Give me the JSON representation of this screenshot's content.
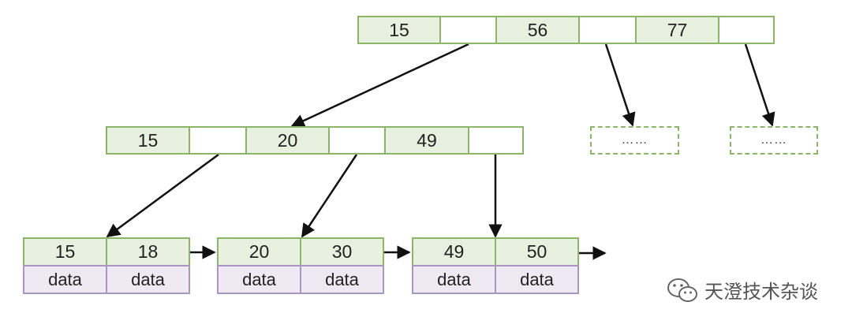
{
  "root": {
    "keys": [
      "15",
      "56",
      "77"
    ]
  },
  "internal": {
    "keys": [
      "15",
      "20",
      "49"
    ]
  },
  "collapsed_nodes": [
    "……",
    "……"
  ],
  "leaves": [
    {
      "keys": [
        "15",
        "18"
      ],
      "values": [
        "data",
        "data"
      ]
    },
    {
      "keys": [
        "20",
        "30"
      ],
      "values": [
        "data",
        "data"
      ]
    },
    {
      "keys": [
        "49",
        "50"
      ],
      "values": [
        "data",
        "data"
      ]
    }
  ],
  "watermark": {
    "text": "天澄技术杂谈",
    "icon": "wechat-icon"
  },
  "colors": {
    "key_fill": "#e8f1df",
    "node_border": "#8db56a",
    "data_fill": "#efe9f4",
    "data_border": "#a996c0",
    "arrow": "#111111"
  }
}
